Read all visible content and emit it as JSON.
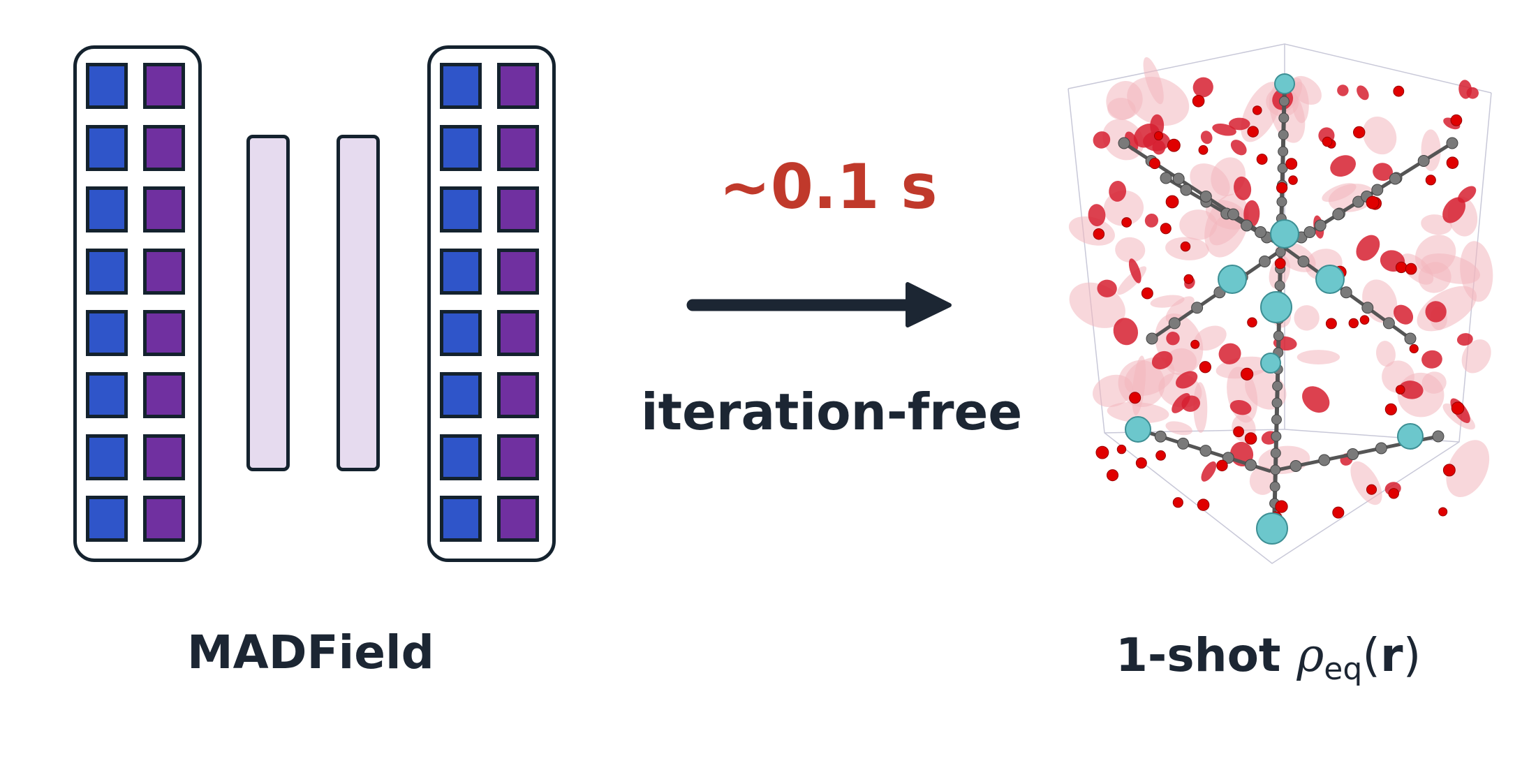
{
  "speed_label": "~0.1 s",
  "mode_label": "iteration-free",
  "model_name": "MADField",
  "output_label": {
    "prefix": "1-shot ",
    "symbol": "ρ",
    "subscript": "eq",
    "open_paren": "(",
    "argument": "r",
    "close_paren": ")"
  },
  "colors": {
    "dark": "#1c2633",
    "speed_red": "#c0392b",
    "blue_cell": "#2f55c9",
    "purple_cell": "#7030a0",
    "bar_fill": "#e6dbef",
    "density_red": "#d62030",
    "metal_node": "#6cc7cc",
    "carbon": "#7a7a7a",
    "oxygen": "#e00000"
  },
  "icons": {
    "arrow": "right-arrow-icon",
    "structure": "mof-density-render"
  }
}
